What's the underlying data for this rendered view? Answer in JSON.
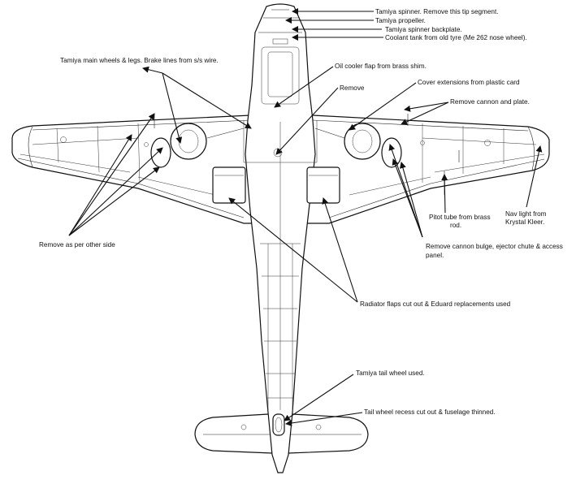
{
  "annotations": {
    "spinner": "Tamiya spinner. Remove this tip segment.",
    "propeller": "Tamiya propeller.",
    "backplate": "Tamiya spinner backplate.",
    "coolant": "Coolant tank from old tyre (Me 262 nose wheel).",
    "main_wheels": "Tamiya main wheels & legs. Brake lines from s/s wire.",
    "oil_cooler": "Oil cooler flap from brass shim.",
    "remove": "Remove",
    "cover_ext": "Cover extensions from plastic card",
    "remove_cannon": "Remove cannon and plate.",
    "remove_other_side": "Remove as per other side",
    "pitot_1": "Pitot tube from brass",
    "pitot_2": "rod.",
    "nav_1": "Nav light from",
    "nav_2": "Krystal Kleer.",
    "cannon_bulge_1": "Remove cannon bulge, ejector chute & access",
    "cannon_bulge_2": "panel.",
    "radiator": "Radiator flaps cut out & Eduard replacements used",
    "tail_wheel": "Tamiya tail wheel used.",
    "tail_recess": "Tail wheel recess cut out & fuselage thinned."
  }
}
